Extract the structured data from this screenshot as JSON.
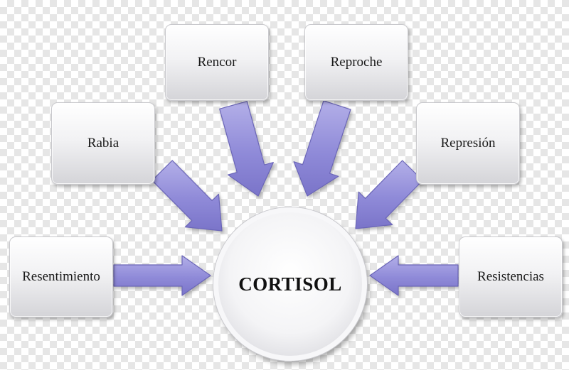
{
  "diagram": {
    "center": {
      "label": "CORTISOL"
    },
    "nodes": [
      {
        "id": "rencor",
        "label": "Rencor"
      },
      {
        "id": "reproche",
        "label": "Reproche"
      },
      {
        "id": "rabia",
        "label": "Rabia"
      },
      {
        "id": "represion",
        "label": "Represión"
      },
      {
        "id": "resentimiento",
        "label": "Resentimiento"
      },
      {
        "id": "resistencias",
        "label": "Resistencias"
      }
    ],
    "arrow_color": "#8f8ad8",
    "arrow_edge_color": "#6b66b8"
  }
}
